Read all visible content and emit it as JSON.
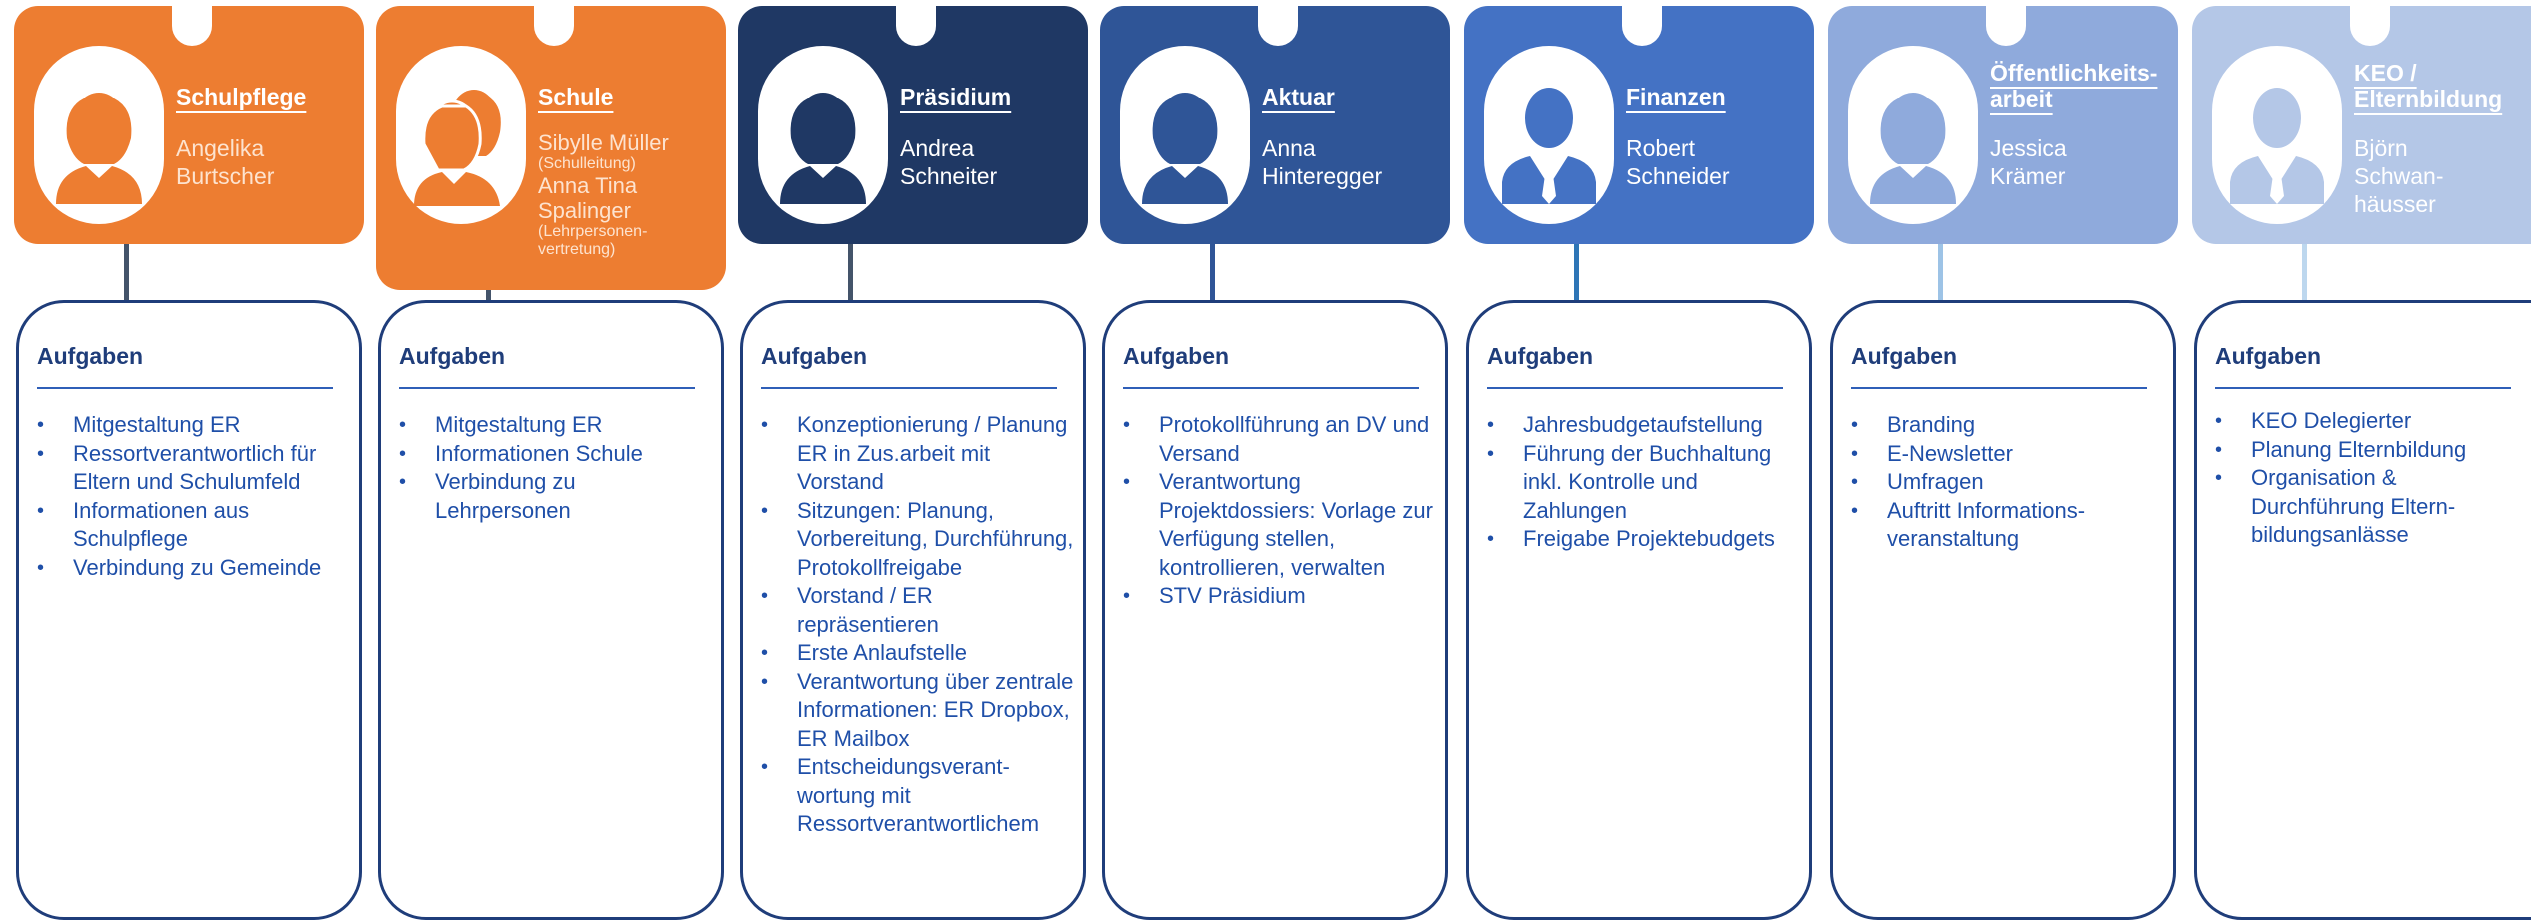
{
  "card_heading": "Aufgaben",
  "columns": [
    {
      "role": "Schulpflege",
      "names": [
        "Angelika",
        "Burtscher"
      ],
      "header_color": "#ED7D31",
      "tasks": [
        "Mitgestaltung ER",
        "Ressortverantwortlich für Eltern und Schulumfeld",
        "Informationen aus Schulpflege",
        "Verbindung zu Gemeinde"
      ]
    },
    {
      "role": "Schule",
      "person1": "Sibylle Müller",
      "person1_note": "(Schulleitung)",
      "person2": "Anna Tina Spalinger",
      "person2_note": "(Lehrpersonen-vertretung)",
      "header_color": "#ED7D31",
      "tasks": [
        "Mitgestaltung ER",
        "Informationen Schule",
        "Verbindung zu Lehrpersonen"
      ]
    },
    {
      "role": "Präsidium",
      "names": [
        "Andrea",
        "Schneiter"
      ],
      "header_color": "#1F3864",
      "tasks": [
        "Konzeptionierung / Planung ER in Zus.arbeit mit Vorstand",
        "Sitzungen: Planung, Vorbereitung, Durchführung, Protokollfreigabe",
        "Vorstand / ER repräsentieren",
        "Erste Anlaufstelle",
        "Verantwortung über zentrale Informationen: ER Dropbox, ER Mailbox",
        "Entscheidungsverant-wortung mit Ressortverantwortlichem"
      ]
    },
    {
      "role": "Aktuar",
      "names": [
        "Anna",
        "Hinteregger"
      ],
      "header_color": "#2F5597",
      "tasks": [
        "Protokollführung an DV und Versand",
        "Verantwortung Projektdossiers: Vorlage zur Verfügung stellen, kontrollieren, verwalten",
        "STV Präsidium"
      ]
    },
    {
      "role": "Finanzen",
      "names": [
        "Robert",
        "Schneider"
      ],
      "header_color": "#4472C4",
      "tasks": [
        "Jahresbudgetaufstellung",
        "Führung der Buchhaltung inkl. Kontrolle und Zahlungen",
        "Freigabe Projektebudgets"
      ]
    },
    {
      "role": "Öffentlichkeits-arbeit",
      "names": [
        "Jessica",
        "Krämer"
      ],
      "header_color": "#8FAADC",
      "tasks": [
        "Branding",
        "E-Newsletter",
        "Umfragen",
        "Auftritt Informations-veranstaltung"
      ]
    },
    {
      "role": "KEO / Elternbildung",
      "names": [
        "Björn",
        "Schwan-",
        "häusser"
      ],
      "header_color": "#B4C7E7",
      "tasks": [
        "KEO Delegierter",
        "Planung Elternbildung",
        "Organisation & Durchführung Eltern-bildungsanlässe"
      ]
    }
  ]
}
